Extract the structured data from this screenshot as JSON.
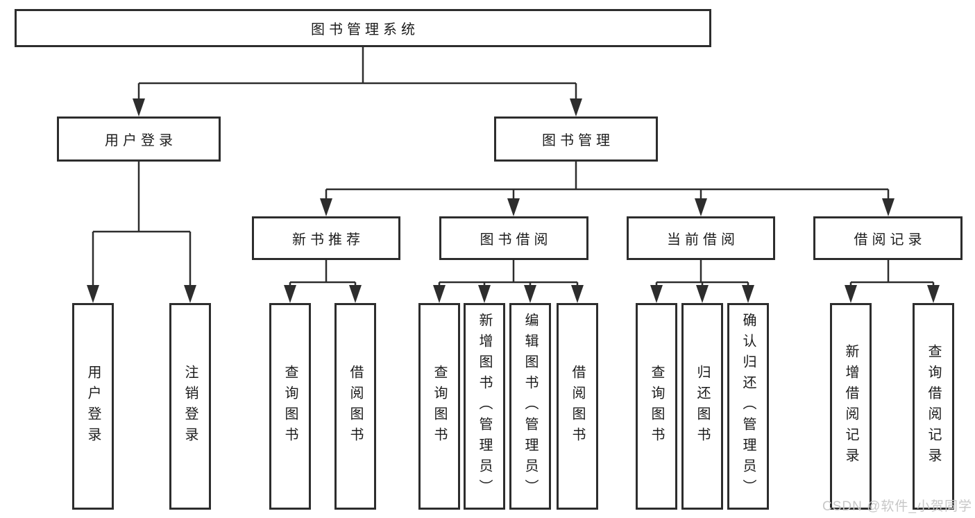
{
  "diagram": {
    "nodes": {
      "root": "图书管理系统",
      "user_login": "用户登录",
      "book_mgmt": "图书管理",
      "new_book_rec": "新书推荐",
      "book_borrow": "图书借阅",
      "current_borrow": "当前借阅",
      "borrow_records": "借阅记录"
    },
    "leaves": {
      "user_login": [
        "用户登录",
        "注销登录"
      ],
      "new_book_rec": [
        "查询图书",
        "借阅图书"
      ],
      "book_borrow": [
        "查询图书",
        "新增图书（管理员）",
        "编辑图书（管理员）",
        "借阅图书"
      ],
      "current_borrow": [
        "查询图书",
        "归还图书",
        "确认归还（管理员）"
      ],
      "borrow_records": [
        "新增借阅记录",
        "查询借阅记录"
      ]
    }
  },
  "watermark": "CSDN @软件_小贺同学",
  "colors": {
    "line": "#2d2d2d",
    "text": "#1c1c1c",
    "watermark_text": "#c7c7c7",
    "background": "#ffffff"
  }
}
